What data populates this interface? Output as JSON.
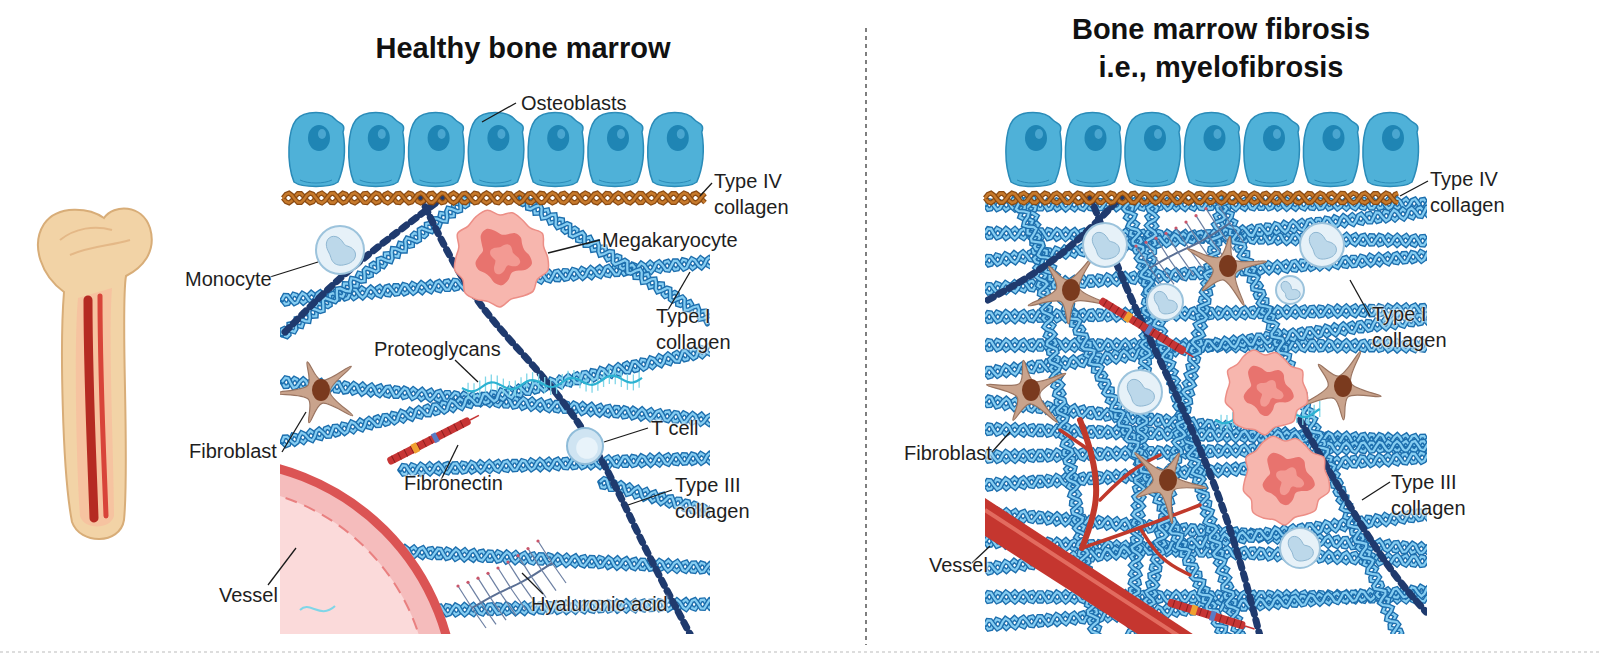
{
  "diagram": {
    "labels": [
      "Healthy bone marrow",
      "Bone marrow fibrosis i.e., myelofibrosis",
      "Osteoblasts",
      "Type IV collagen",
      "Megakaryocyte",
      "Monocyte",
      "Type I collagen",
      "Proteoglycans",
      "T cell",
      "Fibroblast",
      "Fibronectin",
      "Type III collagen",
      "Vessel",
      "Hyaluronic acid",
      "Type IV collagen",
      "Type I collagen",
      "Fibroblast",
      "Type III collagen",
      "Vessel"
    ]
  }
}
